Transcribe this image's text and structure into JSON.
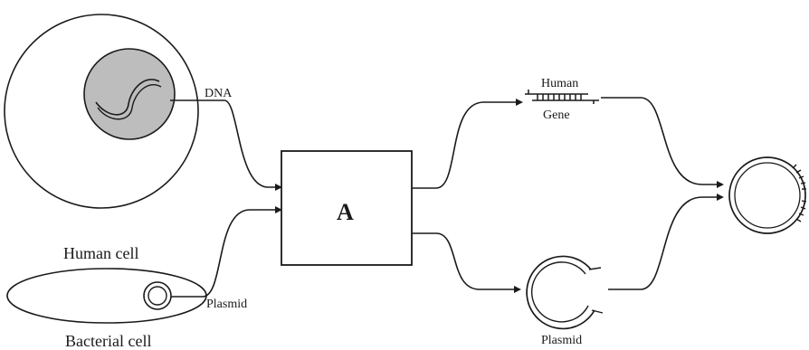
{
  "labels": {
    "dna": "DNA",
    "box_a": "A",
    "human_cell": "Human cell",
    "bacterial_cell": "Bacterial cell",
    "plasmid_left": "Plasmid",
    "human_gene_line1": "Human",
    "human_gene_line2": "Gene",
    "plasmid_right": "Plasmid"
  },
  "colors": {
    "ink": "#1a1a1a",
    "nucleus_fill": "#bdbdbd"
  }
}
